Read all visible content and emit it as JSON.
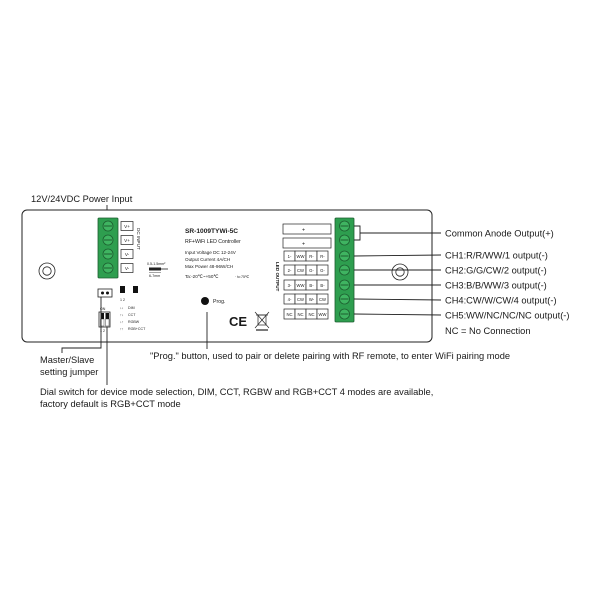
{
  "labels": {
    "power_input": "12V/24VDC Power Input",
    "master_slave_line1": "Master/Slave",
    "master_slave_line2": "setting jumper",
    "dial_line1": "Dial switch for device mode selection, DIM, CCT, RGBW  and RGB+CCT 4 modes are available,",
    "dial_line2": "factory default is RGB+CCT mode",
    "prog_note": "\"Prog.\" button, used to pair or delete pairing with RF remote, to enter WiFi pairing mode"
  },
  "outputs": {
    "common_anode": "Common Anode Output(+)",
    "channels": [
      "CH1:R/R/WW/1 output(-)",
      "CH2:G/G/CW/2 output(-)",
      "CH3:B/B/WW/3 output(-)",
      "CH4:CW/W/CW/4 output(-)",
      "CH5:WW/NC/NC/NC output(-)"
    ],
    "nc_note": "NC = No Connection"
  },
  "device": {
    "model": "SR-1009TYWi-5C",
    "subtitle": "RF+WiFi LED Controller",
    "specs": [
      "Input Voltage DC 12-24V",
      "Output Current 4A/CH",
      "Max Power 48-96W/CH"
    ],
    "temp": "Ta:-20℃~+50℃",
    "tc": "· tc:75℃",
    "prog_label": "Prog.",
    "ce_mark": "CE",
    "input_terminals": [
      "V+",
      "V+",
      "V-",
      "V-"
    ],
    "input_label": "DC INPUT",
    "wire_gauge": "0.5-1.5mm²",
    "strip_length": "6-7mm",
    "anode_terminals": [
      "+",
      "+"
    ],
    "output_label": "LED OUTPUT",
    "output_table": [
      [
        "1-",
        "WW",
        "R-",
        "R-"
      ],
      [
        "2-",
        "CW",
        "G-",
        "G-"
      ],
      [
        "3-",
        "WW",
        "B-",
        "B-"
      ],
      [
        "4-",
        "CW",
        "W-",
        "CW"
      ],
      [
        "NC",
        "NC",
        "NC",
        "WW"
      ]
    ],
    "mode_numbers": "1 2",
    "dip": {
      "on": "ON",
      "numbers": "1 2",
      "modes": [
        {
          "symbol": "↓↓",
          "label": "DIM"
        },
        {
          "symbol": "↑↓",
          "label": "CCT"
        },
        {
          "symbol": "↓↑",
          "label": "RGBW"
        },
        {
          "symbol": "↑↑",
          "label": "RGB+CCT"
        }
      ]
    },
    "icons": {
      "prog_button": "button-icon",
      "ce": "ce-mark-icon",
      "weee": "crossed-bin-icon",
      "mounting_hole": "mounting-hole-icon",
      "wire": "wire-strip-icon"
    }
  },
  "colors": {
    "terminal_green": "#2e9e4f",
    "line": "#222222",
    "background": "#ffffff"
  }
}
